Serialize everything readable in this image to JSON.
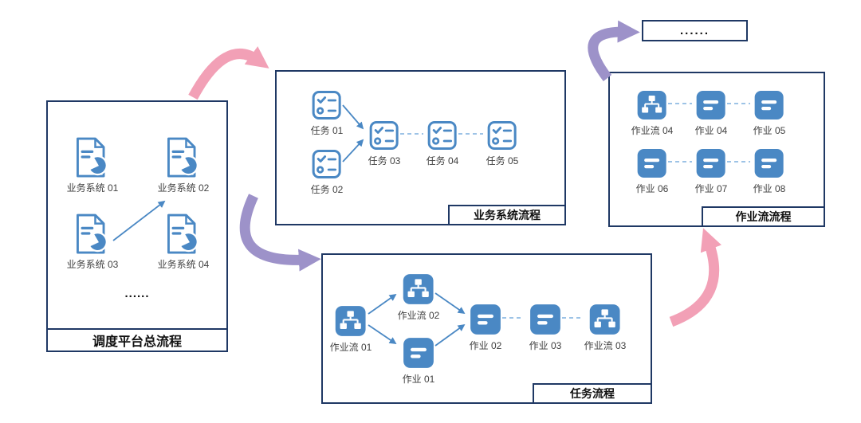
{
  "colors": {
    "icon_blue": "#4a88c4",
    "box_border": "#1f3864",
    "label_text": "#3f3f3f",
    "title_text": "#111111",
    "arrow_pink": "#f2a0b6",
    "arrow_purple": "#9d92c9",
    "connector_dash": "#9dc3e6",
    "arrow_blue": "#4a88c4"
  },
  "overview": {
    "title": "调度平台总流程",
    "nodes": [
      "业务系统 01",
      "业务系统 02",
      "业务系统 03",
      "业务系统 04"
    ],
    "ellipsis": "......"
  },
  "business": {
    "title": "业务系统流程",
    "nodes": [
      "任务 01",
      "任务 02",
      "任务 03",
      "任务 04",
      "任务 05"
    ]
  },
  "task": {
    "title": "任务流程",
    "nodes": [
      "作业流 01",
      "作业流 02",
      "作业 01",
      "作业 02",
      "作业 03",
      "作业流 03"
    ]
  },
  "jobflow": {
    "title": "作业流流程",
    "nodes": [
      "作业流 04",
      "作业 04",
      "作业 05",
      "作业 06",
      "作业 07",
      "作业 08"
    ]
  },
  "more": {
    "label": "......"
  }
}
